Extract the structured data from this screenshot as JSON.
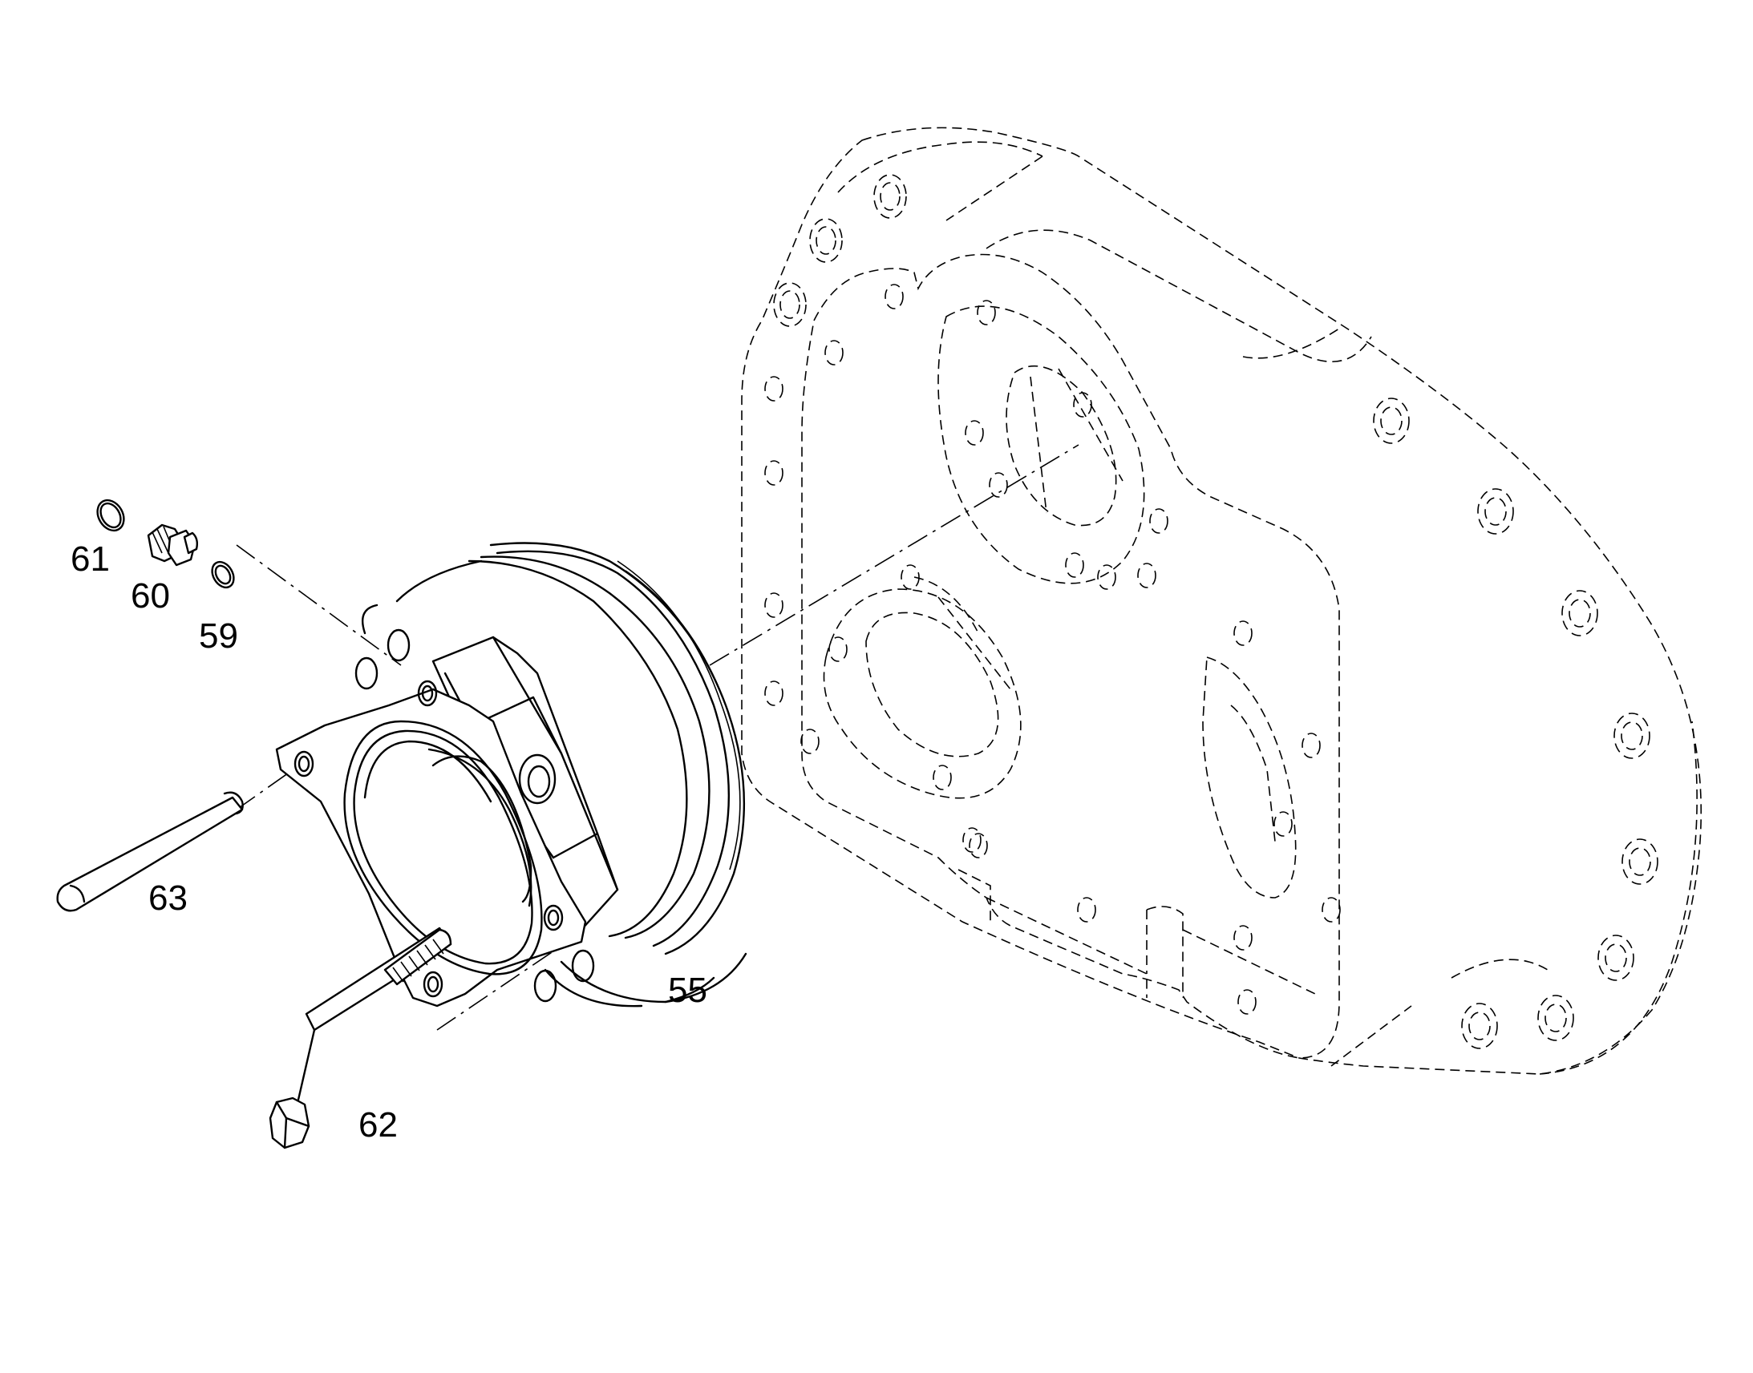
{
  "callouts": {
    "p55": "55",
    "p59": "59",
    "p60": "60",
    "p61": "61",
    "p62": "62",
    "p63": "63"
  },
  "colors": {
    "line": "#000000",
    "background": "#ffffff"
  }
}
